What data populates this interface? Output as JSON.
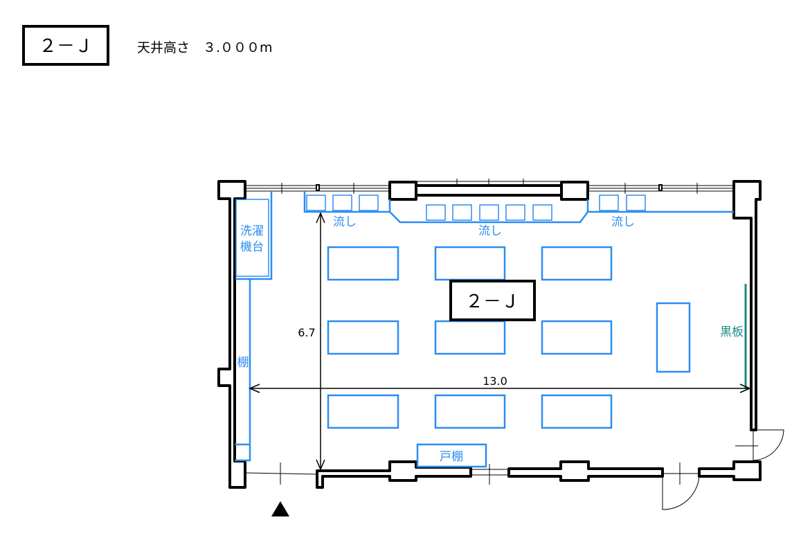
{
  "header": {
    "room_label": "２－Ｊ",
    "ceiling_height": "天井高さ　３.０００m"
  },
  "plan": {
    "room_label": "２－Ｊ",
    "sink_label_left": "流し",
    "sink_label_center": "流し",
    "sink_label_right": "流し",
    "washing_stand_line1": "洗濯",
    "washing_stand_line2": "機台",
    "shelf_label": "棚",
    "cupboard_label": "戸棚",
    "blackboard_label": "黒板",
    "width_dimension": "13.0",
    "depth_dimension": "6.7"
  },
  "colors": {
    "fixture": "#2b8cf0",
    "blackboard": "#1a8a84",
    "wall": "#000000"
  }
}
